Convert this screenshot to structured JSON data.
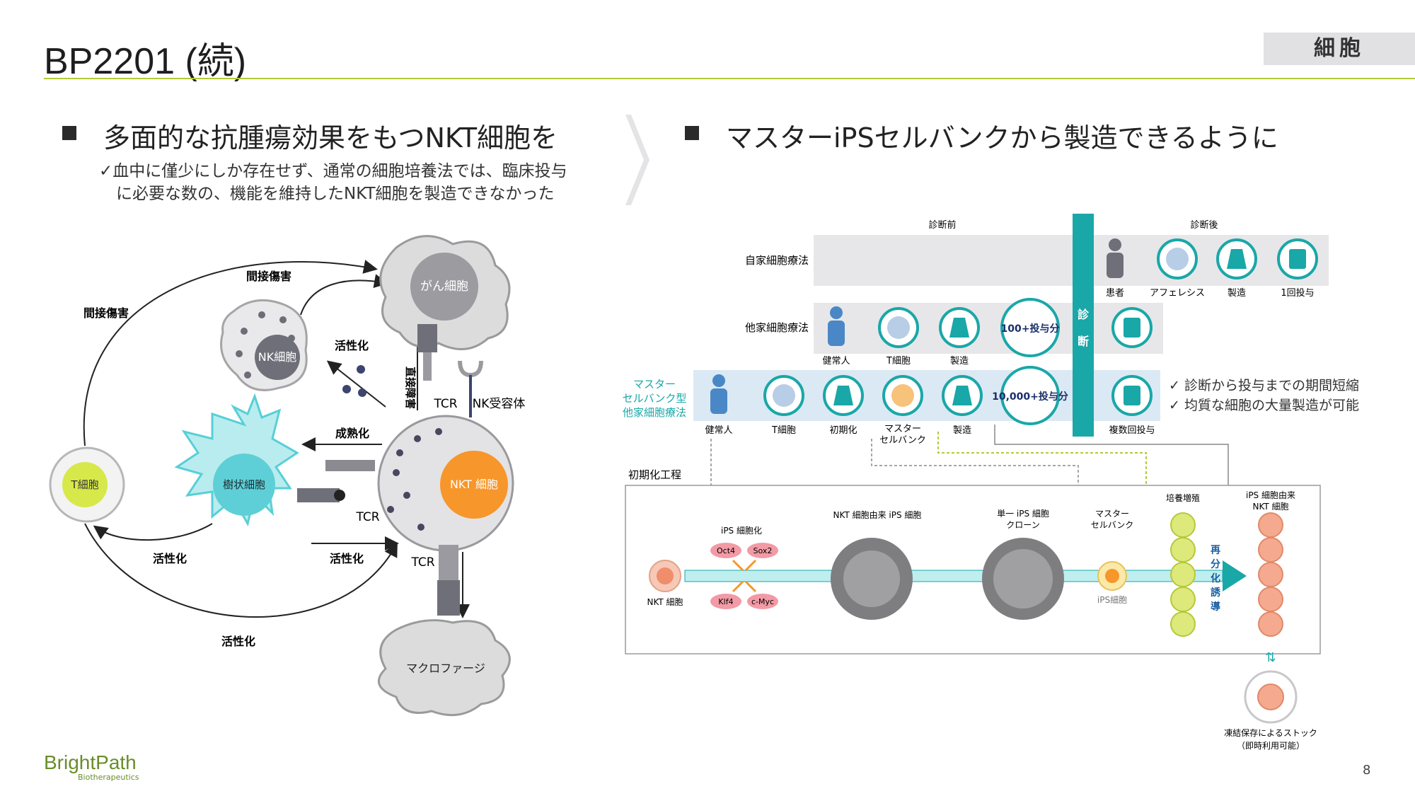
{
  "header": {
    "title": "BP2201 (続)",
    "tag": "細胞"
  },
  "left": {
    "heading": "多面的な抗腫瘍効果をもつNKT細胞を",
    "note_line1": "✓血中に僅少にしか存在せず、通常の細胞培養法では、臨床投与",
    "note_line2": "に必要な数の、機能を維持したNKT細胞を製造できなかった",
    "diagram": {
      "cancer_cell": "がん細胞",
      "nk_cell": "NK細胞",
      "t_cell": "T細胞",
      "dendritic_cell": "樹状細胞",
      "nkt_cell": "NKT 細胞",
      "macrophage": "マクロファージ",
      "indirect_damage_top": "間接傷害",
      "indirect_damage_left": "間接傷害",
      "activation_nk": "活性化",
      "direct_damage": "直接障害",
      "tcr_top": "TCR",
      "nk_receptor": "NK受容体",
      "maturation": "成熟化",
      "tcr_mid": "TCR",
      "activation_dc_t": "活性化",
      "activation_nkt_dc": "活性化",
      "tcr_bottom": "TCR",
      "activation_bottom": "活性化"
    }
  },
  "right": {
    "heading": "マスターiPSセルバンクから製造できるように",
    "diagram": {
      "before_diagnosis": "診断前",
      "after_diagnosis": "診断後",
      "diagnosis_1": "診",
      "diagnosis_2": "断",
      "row_autologous": "自家細胞療法",
      "row_allogeneic": "他家細胞療法",
      "row_master_1": "マスター",
      "row_master_2": "セルバンク型",
      "row_master_3": "他家細胞療法",
      "auto_patient": "患者",
      "auto_apheresis": "アフェレシス",
      "auto_manufacture": "製造",
      "auto_dose": "1回投与",
      "allo_healthy": "健常人",
      "allo_tcell": "T細胞",
      "allo_manufacture": "製造",
      "allo_doses": "100+投与分",
      "master_healthy": "健常人",
      "master_tcell": "T細胞",
      "master_reprogram": "初期化",
      "master_bank_1": "マスター",
      "master_bank_2": "セルバンク",
      "master_manufacture": "製造",
      "master_doses": "10,000+投与分",
      "master_multi": "複数回投与",
      "benefit_1": "✓ 診断から投与までの期間短縮",
      "benefit_2": "✓ 均質な細胞の大量製造が可能",
      "process_title": "初期化工程",
      "ips_reprogramming": "iPS 細胞化",
      "factor_oct4": "Oct4",
      "factor_sox2": "Sox2",
      "factor_klf4": "Klf4",
      "factor_cmyc": "c-Myc",
      "nkt_cell_label": "NKT 細胞",
      "nkt_derived_ips": "NKT 細胞由来 iPS 細胞",
      "single_clone_1": "単一 iPS 細胞",
      "single_clone_2": "クローン",
      "master_bank_p1": "マスター",
      "master_bank_p2": "セルバンク",
      "ips_cell": "iPS細胞",
      "expansion": "培養増殖",
      "redifferentiation": [
        "再",
        "分",
        "化",
        "誘",
        "導"
      ],
      "ips_nkt_1": "iPS 細胞由来",
      "ips_nkt_2": "NKT 細胞",
      "frozen_1": "凍結保存によるストック",
      "frozen_2": "（即時利用可能）"
    }
  },
  "footer": {
    "logo_main": "BrightPath",
    "logo_sub": "Biotherapeutics",
    "page": "8"
  },
  "colors": {
    "accent": "#b5c93a",
    "teal": "#1aa7a8",
    "nkt_orange": "#f7962a",
    "dc_cyan": "#5dd0d6"
  }
}
